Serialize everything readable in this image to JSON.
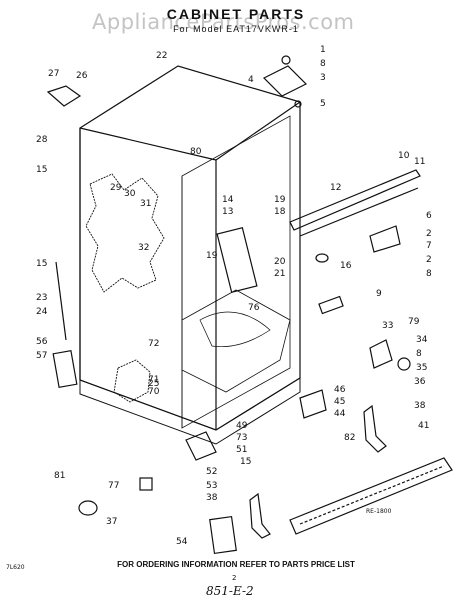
{
  "header": {
    "title": "CABINET PARTS",
    "model_line": "For Model EAT17VKWR-1",
    "watermark": "AppliancePartsPros.com"
  },
  "footer": {
    "ordering_note": "FOR ORDERING INFORMATION REFER TO PARTS PRICE LIST",
    "page_number": "2",
    "revision_code": "7L620",
    "handwritten_note": "851-E-2",
    "diagram_code": "RE-1800"
  },
  "callouts": [
    "1",
    "8",
    "3",
    "4",
    "5",
    "27",
    "26",
    "28",
    "22",
    "15",
    "80",
    "29",
    "30",
    "31",
    "32",
    "14",
    "13",
    "19",
    "18",
    "19",
    "20",
    "21",
    "12",
    "10",
    "11",
    "6",
    "2",
    "7",
    "2",
    "8",
    "16",
    "9",
    "15",
    "23",
    "24",
    "76",
    "33",
    "79",
    "34",
    "8",
    "35",
    "36",
    "56",
    "57",
    "72",
    "71",
    "70",
    "25",
    "46",
    "45",
    "44",
    "38",
    "49",
    "73",
    "51",
    "15",
    "41",
    "82",
    "52",
    "53",
    "38",
    "81",
    "77",
    "37",
    "54"
  ]
}
